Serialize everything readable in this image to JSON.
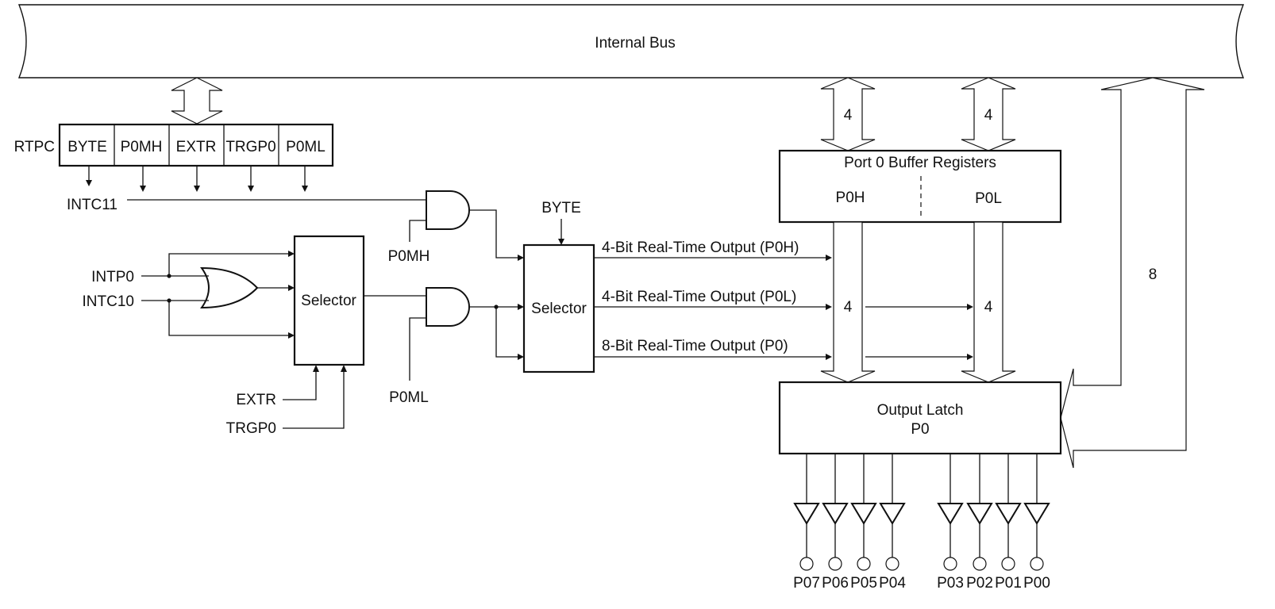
{
  "bus": {
    "label": "Internal Bus"
  },
  "rtpc": {
    "label": "RTPC",
    "fields": [
      "BYTE",
      "P0MH",
      "EXTR",
      "TRGP0",
      "P0ML"
    ]
  },
  "signals": {
    "intc11": "INTC11",
    "intp0": "INTP0",
    "intc10": "INTC10",
    "extr": "EXTR",
    "trgp0": "TRGP0",
    "p0mh": "P0MH",
    "p0ml": "P0ML",
    "byte": "BYTE"
  },
  "selector1": {
    "label": "Selector"
  },
  "selector2": {
    "label": "Selector"
  },
  "outputs": {
    "p0h": "4-Bit Real-Time Output (P0H)",
    "p0l": "4-Bit Real-Time Output (P0L)",
    "p0": "8-Bit Real-Time Output (P0)"
  },
  "buffer": {
    "title": "Port 0 Buffer Registers",
    "high": "P0H",
    "low": "P0L"
  },
  "latch": {
    "line1": "Output Latch",
    "line2": "P0"
  },
  "widths": {
    "bus_to_p0h": "4",
    "bus_to_p0l": "4",
    "p0h_to_latch": "4",
    "p0l_to_latch": "4",
    "latch_to_bus": "8"
  },
  "pins": [
    "P07",
    "P06",
    "P05",
    "P04",
    "P03",
    "P02",
    "P01",
    "P00"
  ]
}
